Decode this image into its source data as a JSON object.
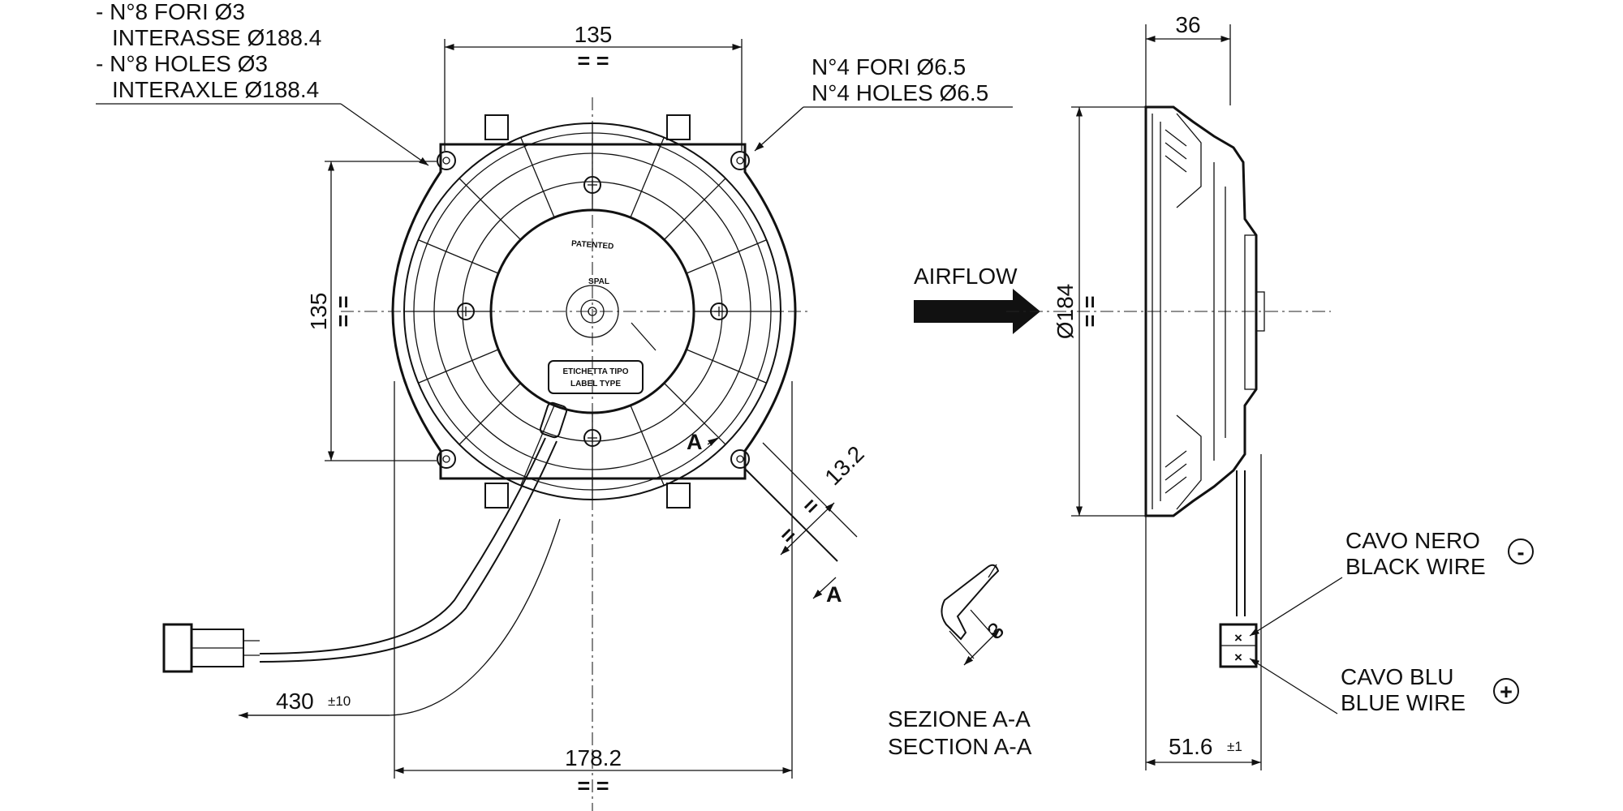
{
  "callouts": {
    "fori_small_line1": "- N°8 FORI Ø3",
    "fori_small_line2": "INTERASSE Ø188.4",
    "holes_small_line1": "- N°8 HOLES Ø3",
    "holes_small_line2": "INTERAXLE Ø188.4",
    "fori_large": "N°4 FORI Ø6.5",
    "holes_large": "N°4 HOLES Ø6.5"
  },
  "dimensions": {
    "top_width": "135",
    "left_height": "135",
    "equal_marks": "= =",
    "equal_mark": "=",
    "bottom_width": "178.2",
    "cable_length": "430",
    "cable_tolerance": "±10",
    "flange_offset": "13.2",
    "diameter": "Ø184",
    "depth_top": "36",
    "depth_bottom": "51.6",
    "depth_tolerance": "±1",
    "section_thickness": "3"
  },
  "labels": {
    "airflow": "AIRFLOW",
    "patented": "PATENTED",
    "brand": "SPAL",
    "label_type_line1": "ETICHETTA TIPO",
    "label_type_line2": "LABEL TYPE",
    "section_mark": "A",
    "section_title_it": "SEZIONE A-A",
    "section_title_en": "SECTION A-A"
  },
  "wires": {
    "black_it": "CAVO NERO",
    "black_en": "BLACK WIRE",
    "black_polarity": "-",
    "blue_it": "CAVO BLU",
    "blue_en": "BLUE WIRE",
    "blue_polarity": "+"
  }
}
